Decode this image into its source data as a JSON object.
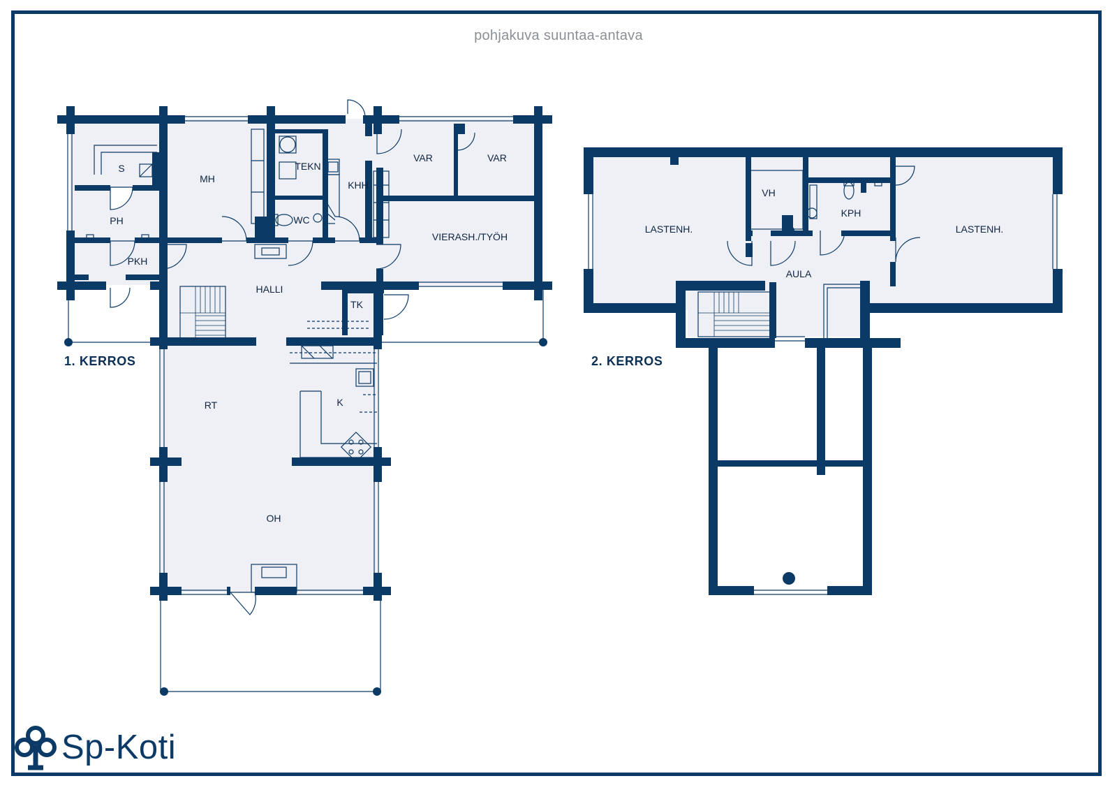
{
  "caption": "pohjakuva suuntaa-antava",
  "floor1": {
    "label": "1.  KERROS",
    "rooms": {
      "s": "S",
      "mh": "MH",
      "tekn": "TEKN",
      "khh": "KHH",
      "var1": "VAR",
      "var2": "VAR",
      "ph": "PH",
      "wc": "WC",
      "vierash": "VIERASH./TYÖH",
      "pkh": "PKH",
      "halli": "HALLI",
      "tk": "TK",
      "rt": "RT",
      "k": "K",
      "oh": "OH"
    }
  },
  "floor2": {
    "label": "2.  KERROS",
    "rooms": {
      "vh": "VH",
      "kph": "KPH",
      "lastenh1": "LASTENH.",
      "lastenh2": "LASTENH.",
      "aula": "AULA"
    }
  },
  "logo": {
    "text": "Sp-Koti",
    "icon": "tree-logo-icon"
  },
  "colors": {
    "wall": "#0c3a66",
    "floor_fill": "#eef0f6",
    "line": "#0c3a66",
    "text": "#0e2440"
  }
}
